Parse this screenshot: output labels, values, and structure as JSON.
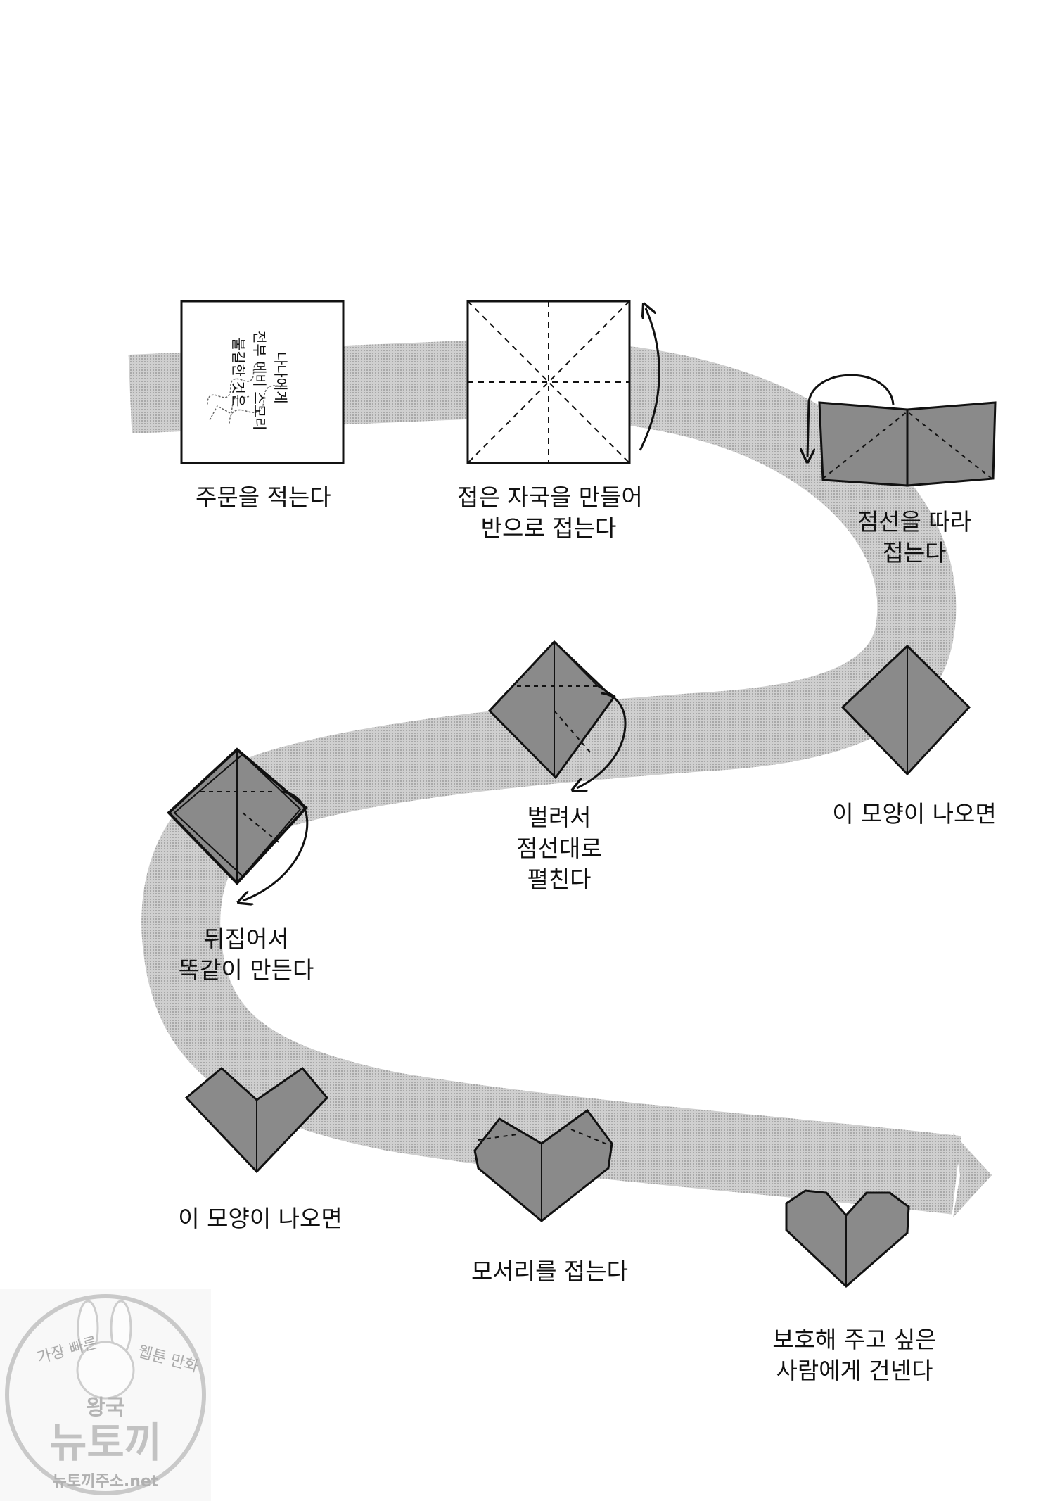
{
  "diagram": {
    "steps": [
      {
        "id": "write-spell",
        "lines": [
          "주문을 적는다"
        ]
      },
      {
        "id": "crease-fold-half",
        "lines": [
          "접은 자국을 만들어",
          "반으로 접는다"
        ]
      },
      {
        "id": "fold-dotted",
        "lines": [
          "점선을 따라",
          "접는다"
        ]
      },
      {
        "id": "shape-appears-1",
        "lines": [
          "이 모양이 나오면"
        ]
      },
      {
        "id": "spread-unfold",
        "lines": [
          "벌려서",
          "점선대로",
          "펼친다"
        ]
      },
      {
        "id": "flip-repeat",
        "lines": [
          "뒤집어서",
          "똑같이 만든다"
        ]
      },
      {
        "id": "shape-appears-2",
        "lines": [
          "이 모양이 나오면"
        ]
      },
      {
        "id": "fold-corners",
        "lines": [
          "모서리를 접는다"
        ]
      },
      {
        "id": "give-heart",
        "lines": [
          "보호해 주고 싶은",
          "사람에게 건넨다"
        ]
      }
    ],
    "spell_paper_text": [
      "불길한 것은",
      "전부 메비 스모리",
      "나나에게"
    ]
  },
  "watermark": {
    "top": "가장 빠른",
    "right": "웹툰 만화",
    "middle": "왕국",
    "main": "뉴토끼",
    "url": "뉴토끼주소.net"
  },
  "colors": {
    "paper_fill": "#8a8a8a",
    "ribbon": "#d9d9d9",
    "ink": "#111111"
  }
}
